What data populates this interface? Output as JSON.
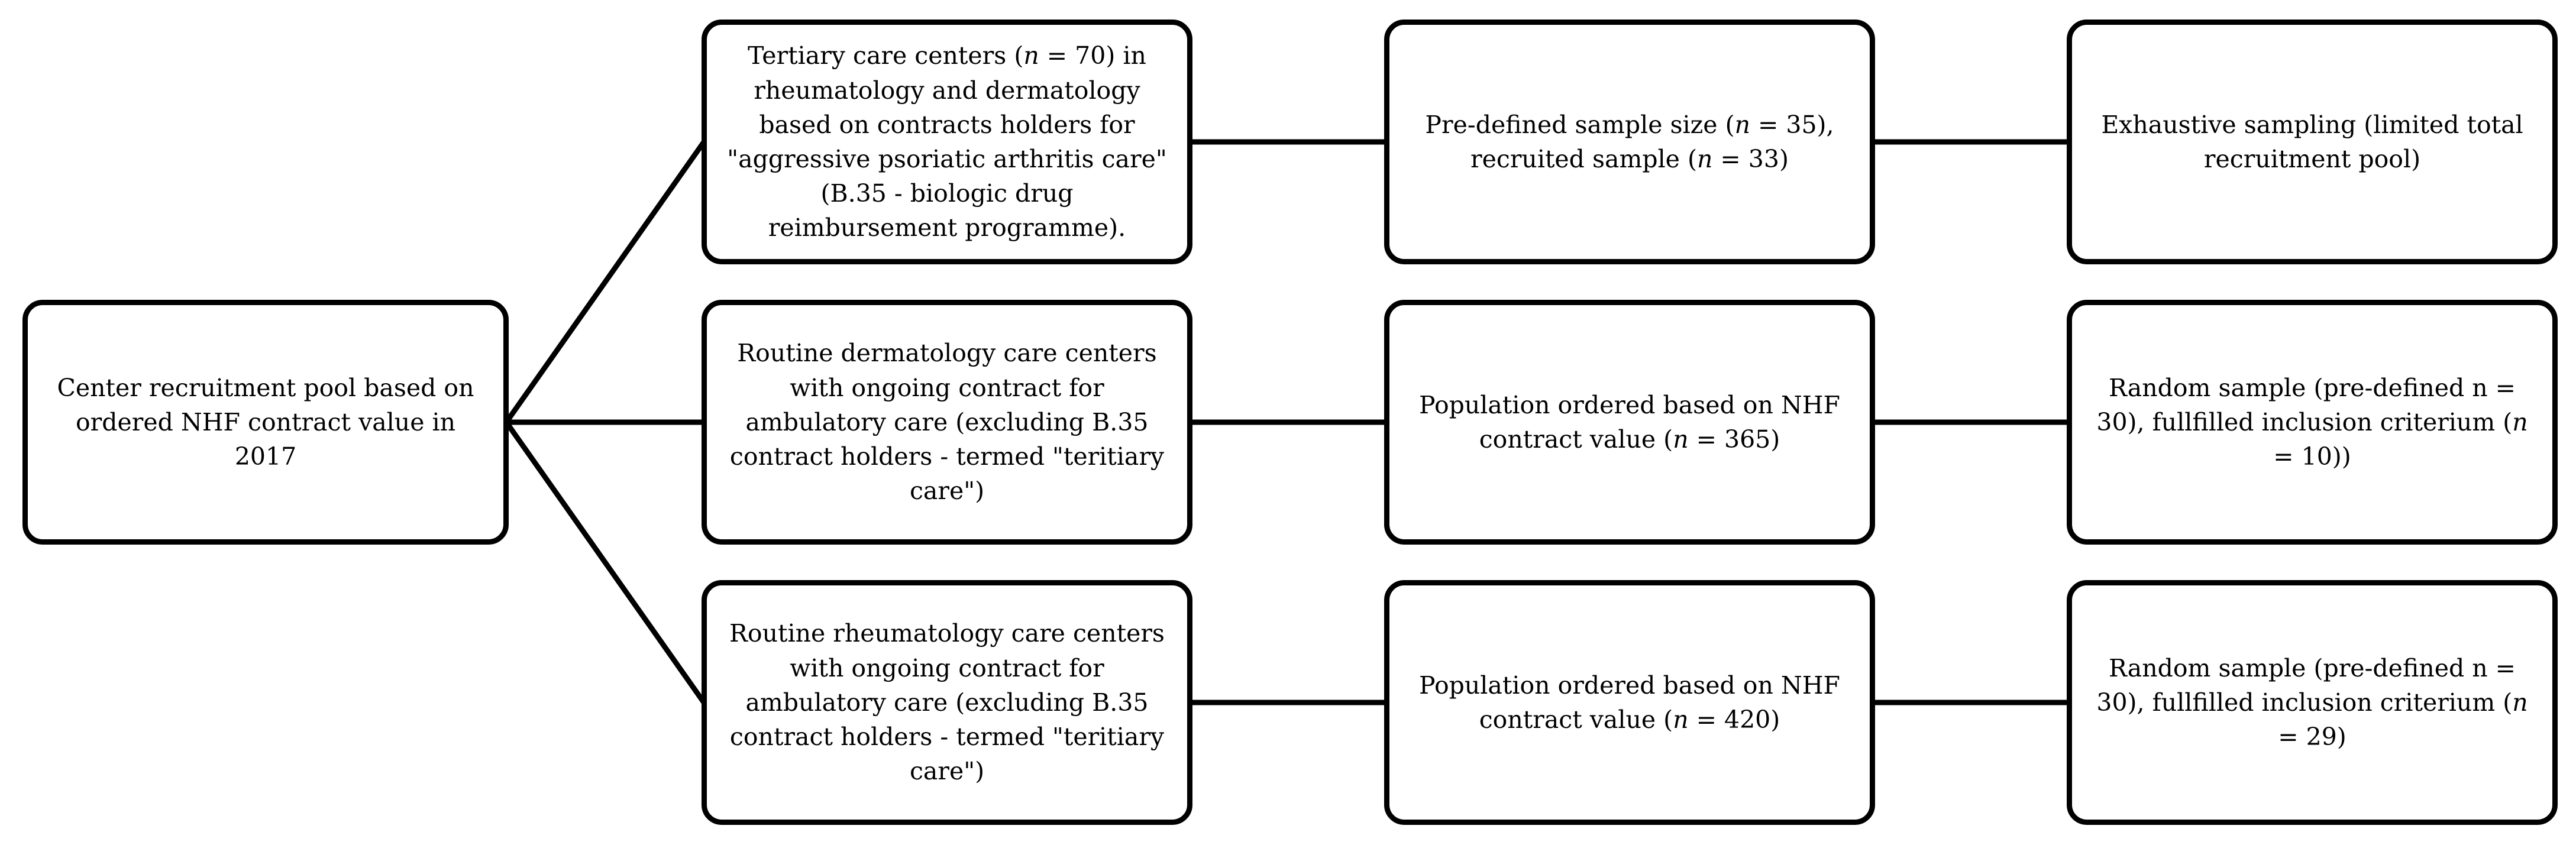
{
  "diagram": {
    "root": {
      "text": "Center recruitment pool based on ordered NHF contract value in 2017"
    },
    "branches": [
      {
        "center_type": {
          "parts": [
            {
              "t": "Tertiary care centers ("
            },
            {
              "t": "n",
              "italic": true
            },
            {
              "t": " = 70) in rheumatology and dermatology based on contracts holders for \"aggressive psoriatic arthritis care\" (B.35 - biologic drug reimbursement programme)."
            }
          ]
        },
        "population": {
          "parts": [
            {
              "t": "Pre-defined sample size ("
            },
            {
              "t": "n",
              "italic": true
            },
            {
              "t": " = 35), recruited sample ("
            },
            {
              "t": "n",
              "italic": true
            },
            {
              "t": " = 33)"
            }
          ]
        },
        "sampling": {
          "parts": [
            {
              "t": "Exhaustive sampling (limited total recruitment pool)"
            }
          ]
        }
      },
      {
        "center_type": {
          "parts": [
            {
              "t": "Routine dermatology care centers with ongoing contract for ambulatory care (excluding B.35 contract holders - termed \"teritiary care\")"
            }
          ]
        },
        "population": {
          "parts": [
            {
              "t": "Population ordered based on NHF contract value ("
            },
            {
              "t": "n",
              "italic": true
            },
            {
              "t": " = 365)"
            }
          ]
        },
        "sampling": {
          "parts": [
            {
              "t": "Random sample (pre-defined n = 30), fullfilled inclusion criterium ("
            },
            {
              "t": "n",
              "italic": true
            },
            {
              "t": " = 10))"
            }
          ]
        }
      },
      {
        "center_type": {
          "parts": [
            {
              "t": "Routine rheumatology care centers with ongoing contract for ambulatory care (excluding B.35 contract holders - termed \"teritiary care\")"
            }
          ]
        },
        "population": {
          "parts": [
            {
              "t": "Population ordered based on NHF contract value ("
            },
            {
              "t": "n",
              "italic": true
            },
            {
              "t": " = 420)"
            }
          ]
        },
        "sampling": {
          "parts": [
            {
              "t": "Random sample (pre-defined n = 30), fullfilled inclusion criterium ("
            },
            {
              "t": "n",
              "italic": true
            },
            {
              "t": " = 29)"
            }
          ]
        }
      }
    ]
  }
}
